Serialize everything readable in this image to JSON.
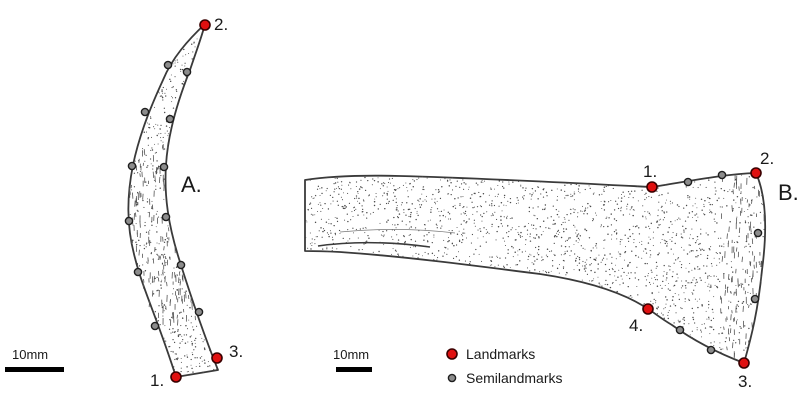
{
  "panels": {
    "a": {
      "label": "A."
    },
    "b": {
      "label": "B."
    }
  },
  "landmarks_a": [
    "1.",
    "2.",
    "3."
  ],
  "landmarks_b": [
    "1.",
    "2.",
    "3.",
    "4."
  ],
  "scale_bars": [
    {
      "label": "10mm"
    },
    {
      "label": "10mm"
    }
  ],
  "legend": {
    "landmarks": "Landmarks",
    "semilandmarks": "Semilandmarks"
  },
  "colors": {
    "landmark": "#e01010",
    "semilandmark": "#8c8c8c",
    "outline": "#3a3a3a"
  }
}
